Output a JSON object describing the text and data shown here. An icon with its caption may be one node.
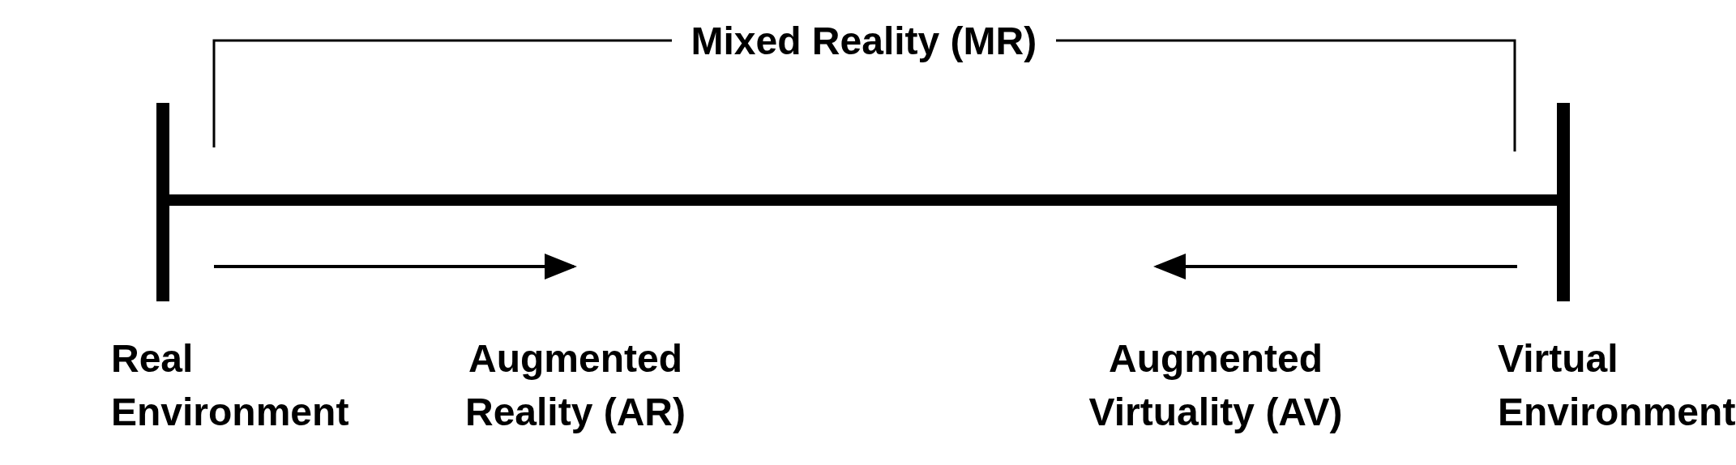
{
  "diagram": {
    "labels": [
      "Mixed Reality (MR)",
      "Real Environment",
      "Augmented Reality (AR)",
      "Augmented Virtuality (AV)",
      "Virtual Environment"
    ]
  }
}
